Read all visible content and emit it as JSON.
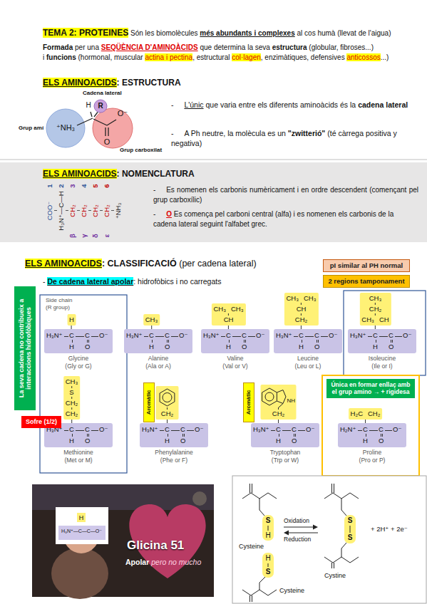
{
  "diagram": {
    "title": "TEMA 2: PROTEINES",
    "nodes": [
      {
        "text": [
          "ELS AMINOACIDS",
          ": NOMENCLATURA",
          "-",
          "Es nomenen els carbonis numèricament i en ordre descendent (començant pel grup carboxílic)",
          "-",
          "O",
          "Es comença pel carboni central (alfa) i es nomenen els carbonis de la cadena lateral seguint l'alfabet grec."
        ]
      },
      {
        "text": [
          "pI similar al PH normal"
        ]
      },
      {
        "text": [
          "2 regions tamponament"
        ]
      },
      {
        "text": [
          "La seva cadena no contribueix a interaccions hidrofòbiques"
        ]
      },
      {
        "text": [
          "H",
          "H₃N⁺",
          "C",
          "C",
          "O⁻",
          "H",
          "O",
          "Glycine",
          "(Gly or G)"
        ]
      },
      {
        "text": [
          "CH₃",
          "H₃N⁺",
          "C",
          "C",
          "O⁻",
          "H",
          "O",
          "Alanine",
          "(Ala or A)"
        ]
      },
      {
        "text": [
          "CH₃",
          "CH₃",
          "CH",
          "H₃N⁺",
          "C",
          "C",
          "O⁻",
          "H",
          "O",
          "Valine",
          "(Val or V)"
        ]
      },
      {
        "text": [
          "CH₃",
          "CH₃",
          "CH",
          "CH₂",
          "H₃N⁺",
          "C",
          "C",
          "O⁻",
          "H",
          "O",
          "Leucine",
          "(Leu or L)"
        ]
      },
      {
        "text": [
          "CH₃",
          "CH₂",
          "CH₃",
          "CH",
          "H₃N⁺",
          "C",
          "C",
          "O⁻",
          "H",
          "O",
          "Isoleucine",
          "(Ile or I)"
        ]
      },
      {
        "text": [
          "CH₃",
          "S",
          "CH₂",
          "CH₂",
          "H₃N⁺",
          "C",
          "C",
          "O⁻",
          "H",
          "O",
          "Methionine",
          "(Met or M)"
        ]
      },
      {
        "text": [
          "CH₂",
          "H₃N⁺",
          "C",
          "C",
          "O⁻",
          "H",
          "O",
          "Phenylalanine",
          "(Phe or F)"
        ]
      },
      {
        "text": [
          "NH",
          "CH₂",
          "H₃N⁺",
          "C",
          "C",
          "O⁻",
          "H",
          "O",
          "Tryptophan",
          "(Trp or W)"
        ]
      },
      {
        "text": [
          "H₂C",
          "CH₂",
          "H₂N⁺",
          "C",
          "C",
          "O⁻",
          "H",
          "O",
          "Proline",
          "(Pro or P)"
        ]
      },
      {
        "text": [
          "Aromàtic"
        ]
      },
      {
        "text": [
          "Aromàtic"
        ]
      },
      {
        "text": [
          "Sofre (1/2)"
        ]
      },
      {
        "text": [
          "Única en formar enllaç amb el grup amino → + rigidesa"
        ]
      }
    ],
    "labels": [
      "Són les biomolècules",
      "més abundants i complexes",
      "al cos humà (llevat de l'aigua)",
      "Formada",
      "per una",
      "SEQÜÈNCIA D'AMINOÀCIDS",
      "que determina la seva",
      "estructura",
      "(globular, fibroses...) i",
      "funcions",
      "(hormonal, muscular",
      "actina i pectina",
      ", estructural",
      "col·lagen",
      ", enzimàtiques, defensives",
      "anticossos",
      "...)",
      "ELS AMINOACIDS",
      ": ESTRUCTURA",
      "Cadena lateral",
      "H",
      "R",
      "Grup amí",
      "⁺NH₃",
      "O⁻",
      "O",
      "Grup carboxilat",
      "-",
      "L'únic",
      "que varia entre els diferents aminoàcids és la",
      "cadena lateral",
      "-",
      "A Ph neutre, la molècula es un",
      "\"zwitterió\"",
      "(té càrrega positiva y negativa)",
      "COO⁻",
      "1",
      "H₃N⁺—C—H",
      "2",
      "β",
      "CH₂",
      "3",
      "γ",
      "CH₂",
      "4",
      "δ",
      "CH₂",
      "5",
      "ε",
      "CH₂",
      "6",
      "⁺NH₃",
      "ELS AMINOACIDS",
      ": CLASSIFICACIÓ",
      "(per cadena lateral)",
      "-",
      "De cadena lateral apolar",
      ": hidrofòbics i no carregats",
      "Side chain (R group)",
      "Glicina 51",
      "Apolar",
      "pero no mucho",
      "H",
      "H₃N⁺—C—C—O⁻",
      "Cysteine",
      "Oxidation",
      "Reduction",
      "Cysteine",
      "Cystine",
      "+ 2H⁺ + 2e⁻",
      "S",
      "H",
      "S",
      "H",
      "S",
      "S"
    ]
  }
}
